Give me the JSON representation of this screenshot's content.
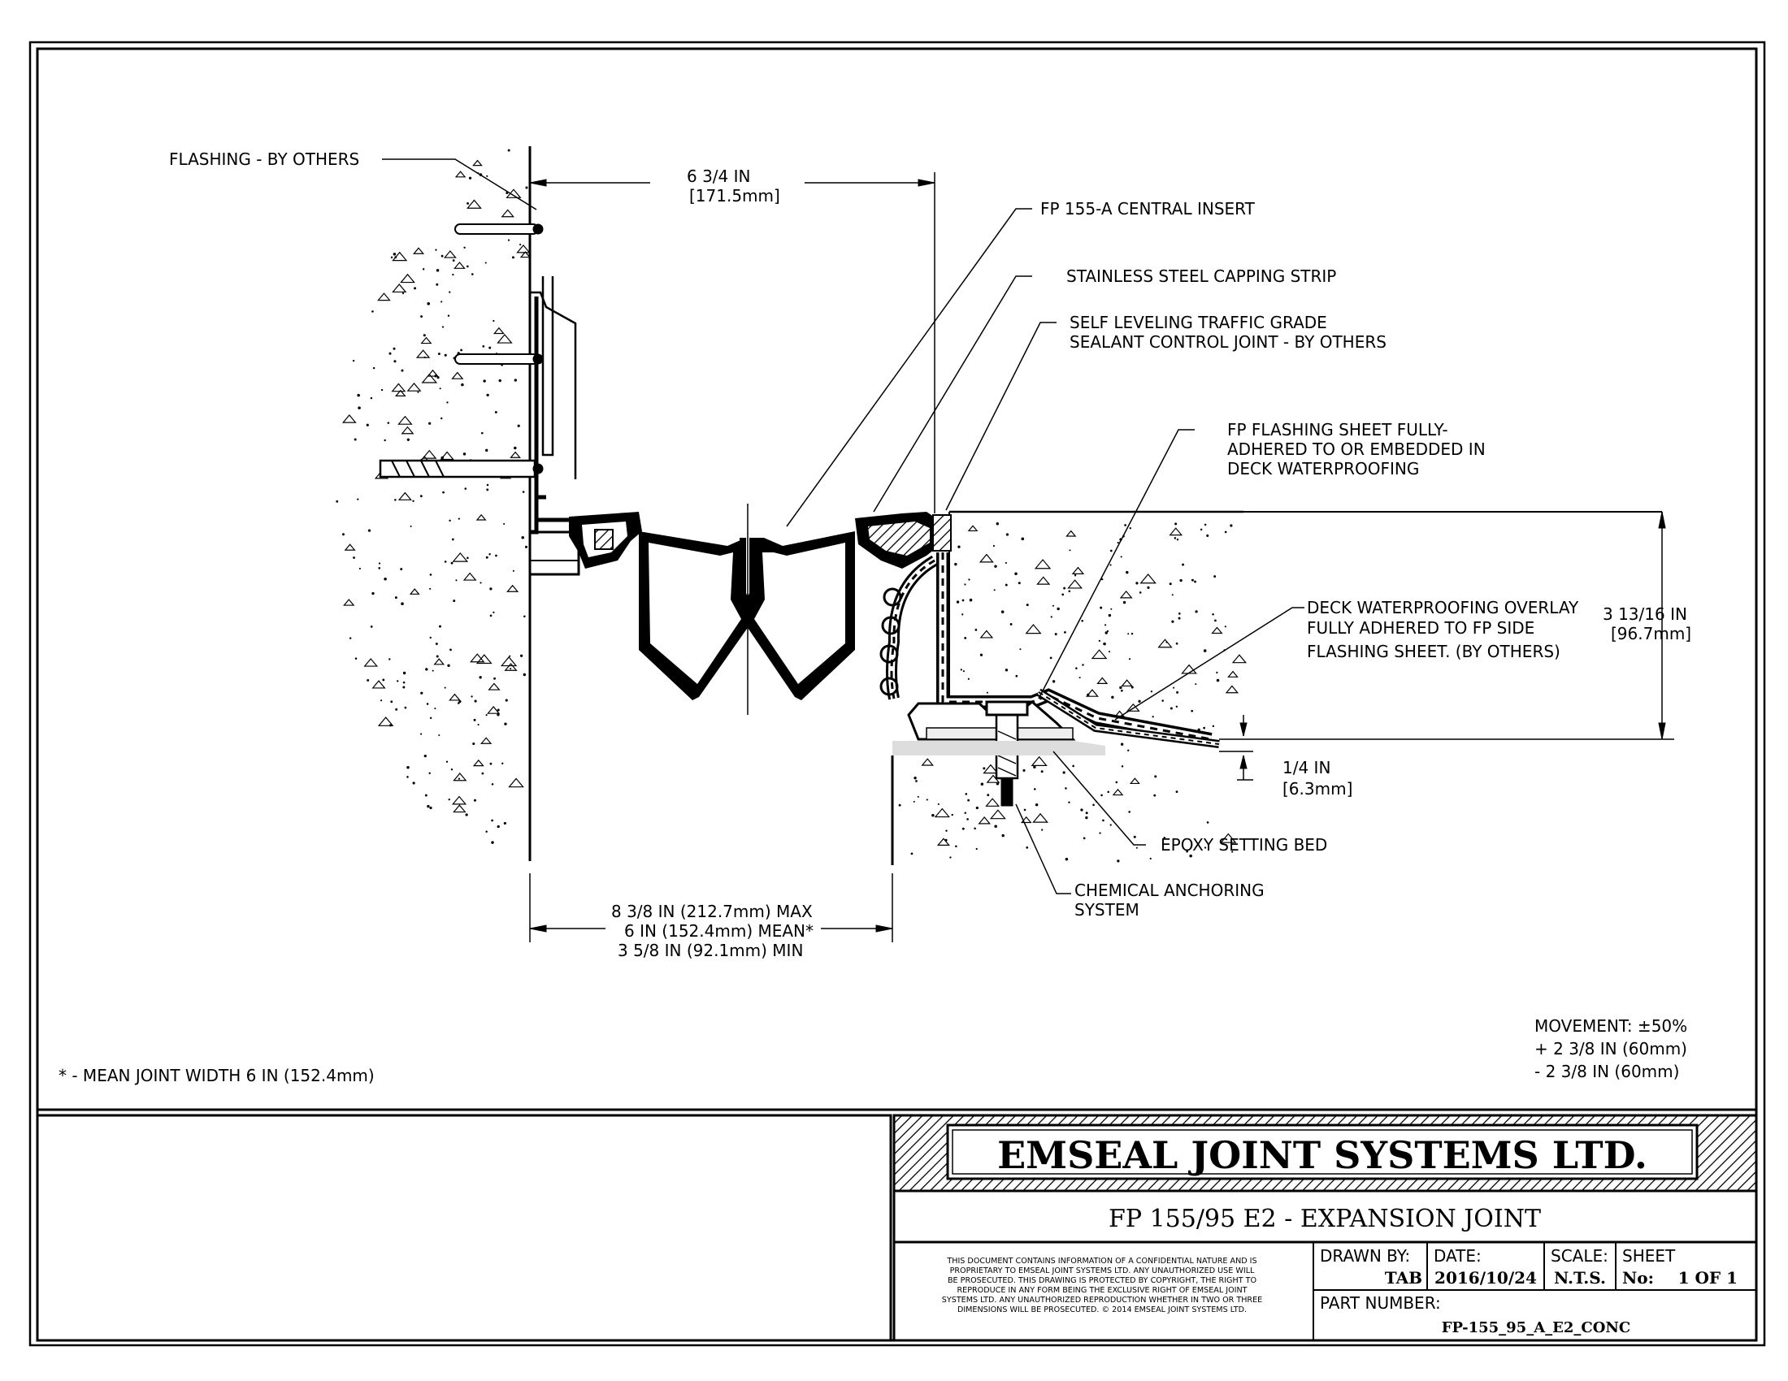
{
  "labels": {
    "flashing_by_others": "FLASHING - BY OTHERS",
    "dim_top": [
      "6 3/4 IN",
      "[171.5mm]"
    ],
    "central_insert": "FP 155-A CENTRAL INSERT",
    "capping_strip": "STAINLESS STEEL CAPPING STRIP",
    "sealant": [
      "SELF LEVELING TRAFFIC GRADE",
      "SEALANT CONTROL JOINT - BY OTHERS"
    ],
    "flashing_sheet": [
      "FP FLASHING SHEET FULLY-",
      "ADHERED TO OR EMBEDDED IN",
      "DECK WATERPROOFING"
    ],
    "deck_overlay": [
      "DECK WATERPROOFING OVERLAY",
      "FULLY ADHERED TO FP SIDE",
      "FLASHING SHEET. (BY OTHERS)"
    ],
    "dim_height": [
      "3 13/16 IN",
      "[96.7mm]"
    ],
    "dim_small": [
      "1/4 IN",
      "[6.3mm]"
    ],
    "epoxy": "EPOXY SETTING BED",
    "anchoring": [
      "CHEMICAL ANCHORING",
      "SYSTEM"
    ],
    "joint_width": [
      "8 3/8 IN (212.7mm) MAX",
      "6 IN (152.4mm) MEAN*",
      "3 5/8 IN (92.1mm) MIN"
    ],
    "footnote": "* - MEAN JOINT WIDTH 6 IN (152.4mm)",
    "movement": [
      "MOVEMENT: ±50%",
      "+ 2 3/8 IN (60mm)",
      "- 2 3/8 IN (60mm)"
    ]
  },
  "title_block": {
    "company": "EMSEAL JOINT SYSTEMS LTD.",
    "title": "FP 155/95 E2 - EXPANSION JOINT",
    "notice": [
      "THIS DOCUMENT CONTAINS INFORMATION OF A CONFIDENTIAL NATURE AND IS",
      "PROPRIETARY TO EMSEAL JOINT SYSTEMS LTD. ANY UNAUTHORIZED USE WILL",
      "BE PROSECUTED. THIS DRAWING IS PROTECTED BY COPYRIGHT, THE RIGHT TO",
      "REPRODUCE IN ANY FORM BEING THE EXCLUSIVE RIGHT OF EMSEAL JOINT",
      "SYSTEMS LTD. ANY UNAUTHORIZED REPRODUCTION WHETHER IN TWO OR THREE",
      "DIMENSIONS WILL BE PROSECUTED. © 2014 EMSEAL JOINT SYSTEMS LTD."
    ],
    "drawn_by_label": "DRAWN BY:",
    "drawn_by": "TAB",
    "date_label": "DATE:",
    "date": "2016/10/24",
    "scale_label": "SCALE:",
    "scale": "N.T.S.",
    "sheet_label": "SHEET",
    "sheet_no_label": "No:",
    "sheet_no": "1 OF 1",
    "part_number_label": "PART NUMBER:",
    "part_number": "FP-155_95_A_E2_CONC"
  }
}
